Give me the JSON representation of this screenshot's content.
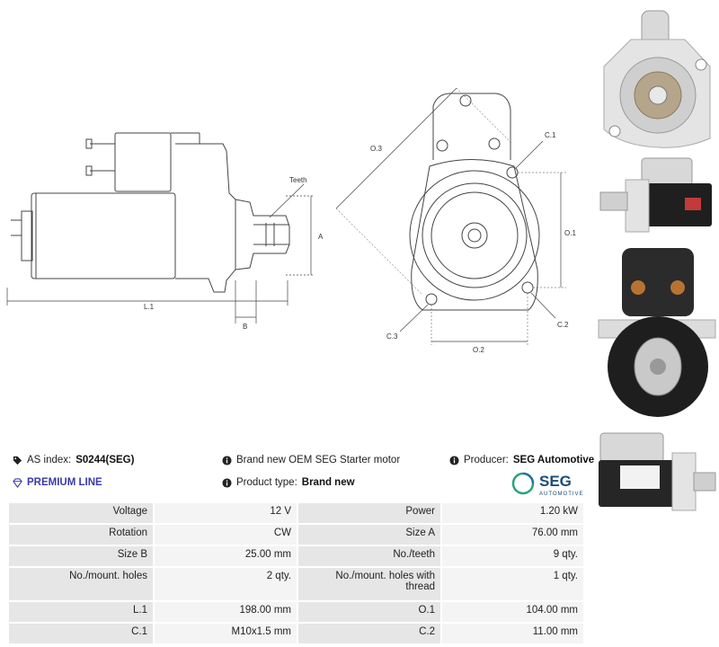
{
  "drawing": {
    "side_labels": {
      "teeth": "Teeth",
      "a": "A",
      "b": "B",
      "l1": "L.1"
    },
    "front_labels": {
      "o3": "O.3",
      "c1": "C.1",
      "o1": "O.1",
      "c2": "C.2",
      "c3": "C.3",
      "o2": "O.2"
    }
  },
  "photos": [
    {
      "name": "front-flange-photo"
    },
    {
      "name": "side-photo-1"
    },
    {
      "name": "rear-cover-photo"
    },
    {
      "name": "side-photo-2"
    }
  ],
  "info": {
    "as_index_label": "AS index:",
    "as_index_value": "S0244(SEG)",
    "premium_line": "PREMIUM LINE",
    "description": "Brand new OEM SEG Starter motor",
    "product_type_label": "Product type:",
    "product_type_value": "Brand new",
    "producer_label": "Producer:",
    "producer_value": "SEG Automotive",
    "logo_text": "SEG",
    "logo_subtext": "AUTOMOTIVE"
  },
  "specs": [
    [
      {
        "k": "Voltage",
        "v": "12 V"
      },
      {
        "k": "Power",
        "v": "1.20 kW"
      }
    ],
    [
      {
        "k": "Rotation",
        "v": "CW"
      },
      {
        "k": "Size A",
        "v": "76.00 mm"
      }
    ],
    [
      {
        "k": "Size B",
        "v": "25.00 mm"
      },
      {
        "k": "No./teeth",
        "v": "9 qty."
      }
    ],
    [
      {
        "k": "No./mount. holes",
        "v": "2 qty."
      },
      {
        "k": "No./mount. holes with thread",
        "v": "1 qty."
      }
    ],
    [
      {
        "k": "L.1",
        "v": "198.00 mm"
      },
      {
        "k": "O.1",
        "v": "104.00 mm"
      }
    ],
    [
      {
        "k": "C.1",
        "v": "M10x1.5 mm"
      },
      {
        "k": "C.2",
        "v": "11.00 mm"
      }
    ]
  ]
}
